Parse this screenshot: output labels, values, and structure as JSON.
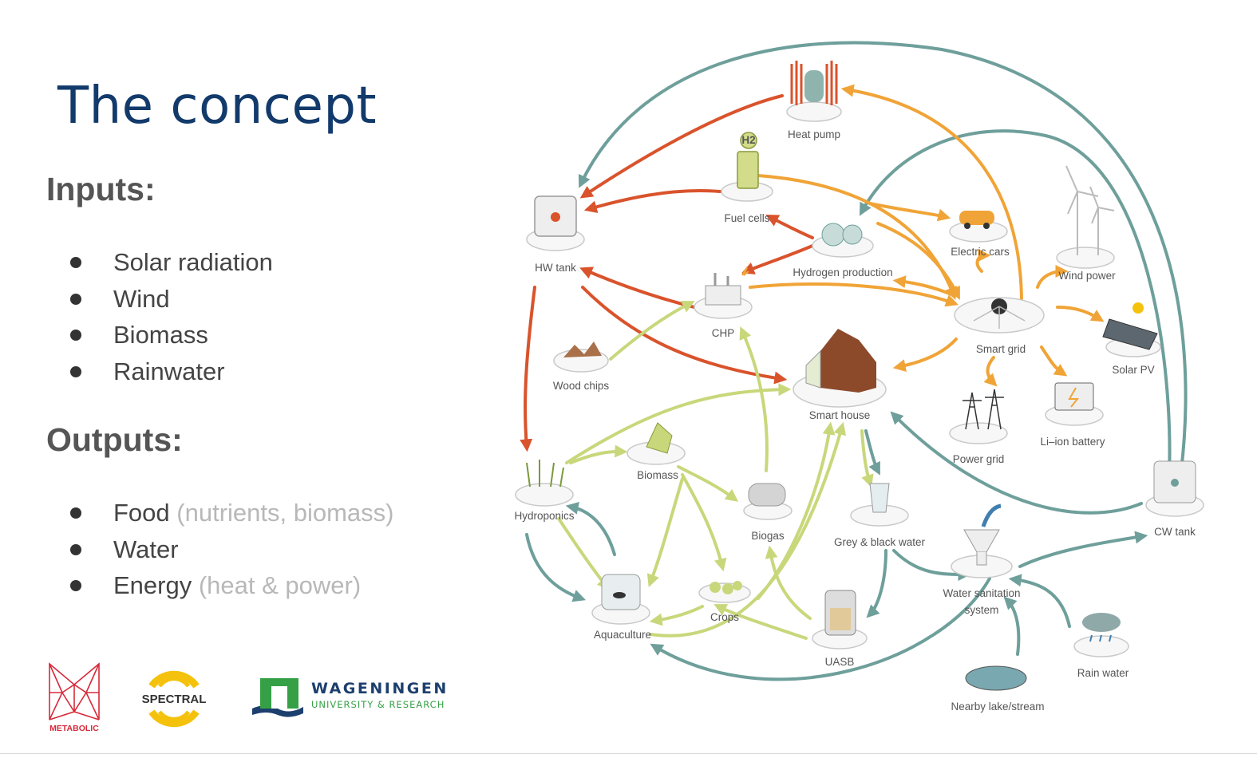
{
  "title": "The concept",
  "inputs": {
    "heading": "Inputs:",
    "items": [
      "Solar radiation",
      "Wind",
      "Biomass",
      "Rainwater"
    ]
  },
  "outputs": {
    "heading": "Outputs:",
    "items": [
      {
        "label": "Food",
        "note": "(nutrients, biomass)"
      },
      {
        "label": "Water",
        "note": ""
      },
      {
        "label": "Energy",
        "note": "(heat & power)"
      }
    ]
  },
  "logos": {
    "metabolic": "METABOLIC",
    "spectral": "SPECTRAL",
    "wageningen_line1": "WAGENINGEN",
    "wageningen_line2": "UNIVERSITY & RESEARCH"
  },
  "diagram": {
    "nodes": {
      "heat_pump": "Heat pump",
      "fuel_cells": "Fuel cells",
      "hw_tank": "HW tank",
      "hydrogen_production": "Hydrogen production",
      "electric_cars": "Electric cars",
      "wind_power": "Wind power",
      "chp": "CHP",
      "smart_grid": "Smart grid",
      "solar_pv": "Solar PV",
      "wood_chips": "Wood chips",
      "smart_house": "Smart house",
      "power_grid": "Power grid",
      "li_ion_battery": "Li–ion battery",
      "hydroponics": "Hydroponics",
      "biomass": "Biomass",
      "biogas": "Biogas",
      "grey_black_water": "Grey & black water",
      "cw_tank": "CW tank",
      "aquaculture": "Aquaculture",
      "crops": "Crops",
      "uasb": "UASB",
      "water_sanitation_1": "Water sanitation",
      "water_sanitation_2": "system",
      "rain_water": "Rain water",
      "nearby_lake": "Nearby lake/stream",
      "h2_label": "H2"
    }
  },
  "colors": {
    "title": "#123a6b",
    "heading": "#555555",
    "red_flow": "#d9532c",
    "orange_flow": "#f0a437",
    "green_flow": "#c9d77b",
    "teal_flow": "#6e9f9b",
    "metabolic_red": "#d62a3a",
    "spectral_yellow": "#f4c20d",
    "wur_green": "#35a046",
    "wur_blue": "#1c3f6e"
  }
}
